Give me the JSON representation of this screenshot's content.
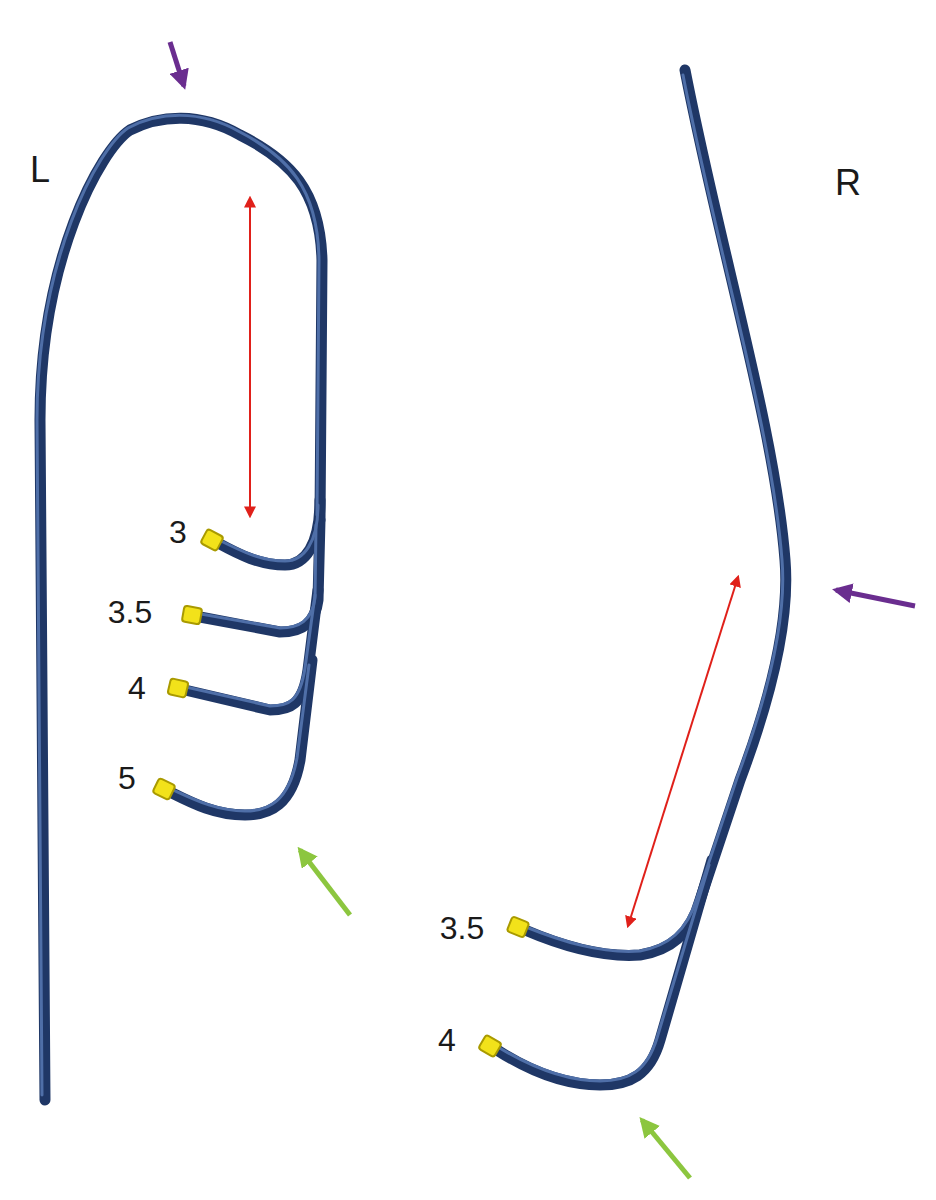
{
  "diagram": {
    "labels": [
      "L",
      "3",
      "3.5",
      "4",
      "5",
      "R",
      "3.5",
      "4"
    ]
  }
}
